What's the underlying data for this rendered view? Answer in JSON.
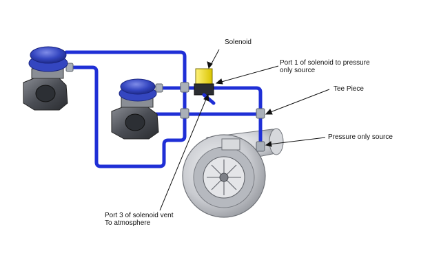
{
  "labels": {
    "solenoid": "Solenoid",
    "port1_line1": "Port 1 of solenoid to pressure",
    "port1_line2": "only source",
    "tee_piece": "Tee Piece",
    "pressure_source": "Pressure only source",
    "port3_line1": "Port 3 of solenoid vent",
    "port3_line2": "To atmosphere"
  },
  "colors": {
    "hose": "#1f2fd6",
    "wastegate_cap": "#2e3fb4",
    "solenoid_body": "#f2e21c",
    "turbo_housing": "#c9cbd0",
    "fitting": "#9aa0a8",
    "leader_line": "#111111"
  }
}
